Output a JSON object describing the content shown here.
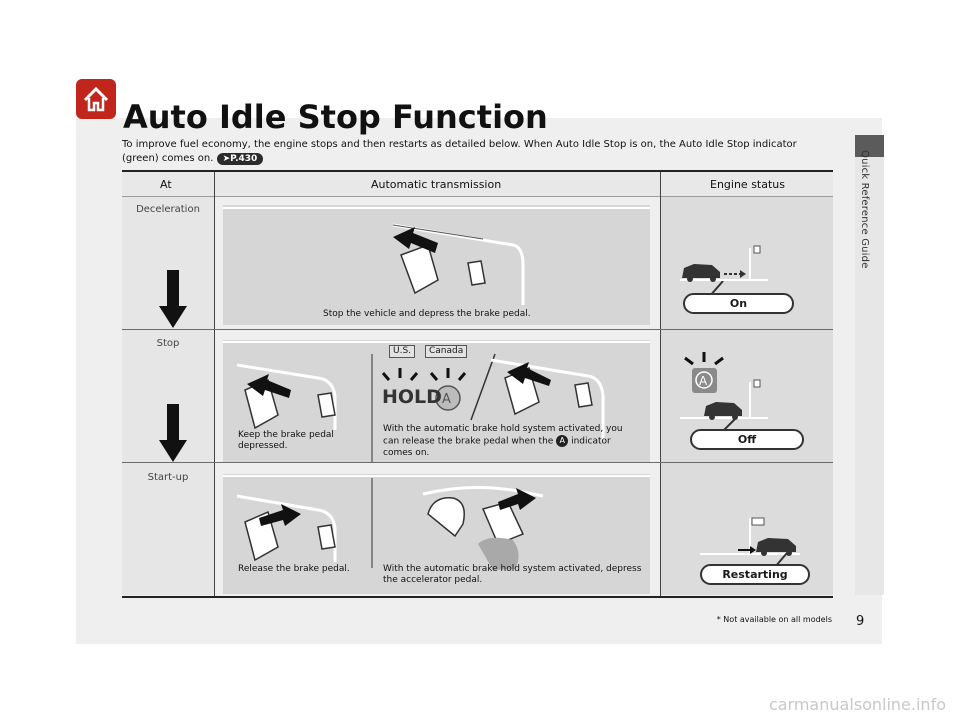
{
  "side_tab": {
    "label": "Quick Reference Guide"
  },
  "title": "Auto Idle Stop Function",
  "intro": {
    "text": "To improve fuel economy, the engine stops and then restarts as detailed below. When Auto Idle Stop is on, the Auto Idle Stop indicator (green) comes on.",
    "page_ref": "P.430"
  },
  "table": {
    "headers": [
      "At",
      "Automatic transmission",
      "Engine status"
    ],
    "rows": [
      {
        "at": "Deceleration",
        "captions": [
          "Stop the vehicle and depress the brake pedal."
        ],
        "status": "On"
      },
      {
        "at": "Stop",
        "tags": [
          "U.S.",
          "Canada"
        ],
        "hold_text": "HOLD",
        "captions": [
          "Keep the brake pedal depressed.",
          "With the automatic brake hold system activated, you can release the brake pedal when the",
          "indicator comes on."
        ],
        "status": "Off"
      },
      {
        "at": "Start-up",
        "captions": [
          "Release the brake pedal.",
          "With the automatic brake hold system activated, depress the accelerator pedal."
        ],
        "status": "Restarting"
      }
    ]
  },
  "footnote": "* Not available on all models",
  "page_number": "9",
  "watermark": "carmanualsonline.info"
}
